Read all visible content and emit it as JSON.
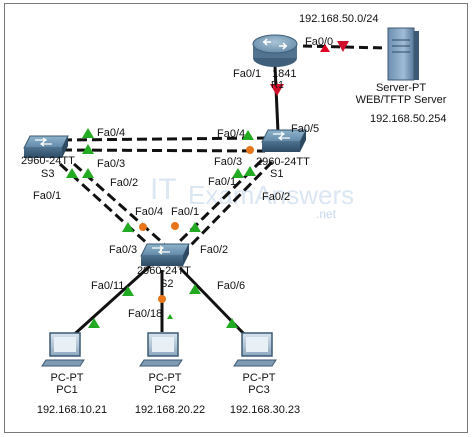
{
  "colors": {
    "link": "#111111",
    "up": "#22aa22",
    "blocked": "#e8751a",
    "down": "#d0102a"
  },
  "watermark": {
    "it": "IT",
    "brand": "ExamAnswers",
    "tld": ".net"
  },
  "router": {
    "model": "1841",
    "name": "R1",
    "port_fa00": "Fa0/0",
    "port_fa01": "Fa0/1"
  },
  "server": {
    "type": "Server-PT",
    "name": "WEB/TFTP Server",
    "ip": "192.168.50.254",
    "network": "192.168.50.0/24"
  },
  "s1": {
    "model": "2960-24TT",
    "name": "S1",
    "port_fa05": "Fa0/5",
    "port_fa04": "Fa0/4",
    "port_fa03": "Fa0/3",
    "port_fa01": "Fa0/1",
    "port_fa02": "Fa0/2"
  },
  "s3": {
    "model": "2960-24TT",
    "name": "S3",
    "port_fa04": "Fa0/4",
    "port_fa03": "Fa0/3",
    "port_fa02": "Fa0/2",
    "port_fa01": "Fa0/1"
  },
  "s2": {
    "model": "2960-24TT",
    "name": "S2",
    "port_fa04": "Fa0/4",
    "port_fa01": "Fa0/1",
    "port_fa03": "Fa0/3",
    "port_fa02": "Fa0/2",
    "port_fa11": "Fa0/11",
    "port_fa18": "Fa0/18",
    "port_fa06": "Fa0/6"
  },
  "pcs": [
    {
      "type": "PC-PT",
      "name": "PC1",
      "ip": "192.168.10.21"
    },
    {
      "type": "PC-PT",
      "name": "PC2",
      "ip": "192.168.20.22"
    },
    {
      "type": "PC-PT",
      "name": "PC3",
      "ip": "192.168.30.23"
    }
  ]
}
